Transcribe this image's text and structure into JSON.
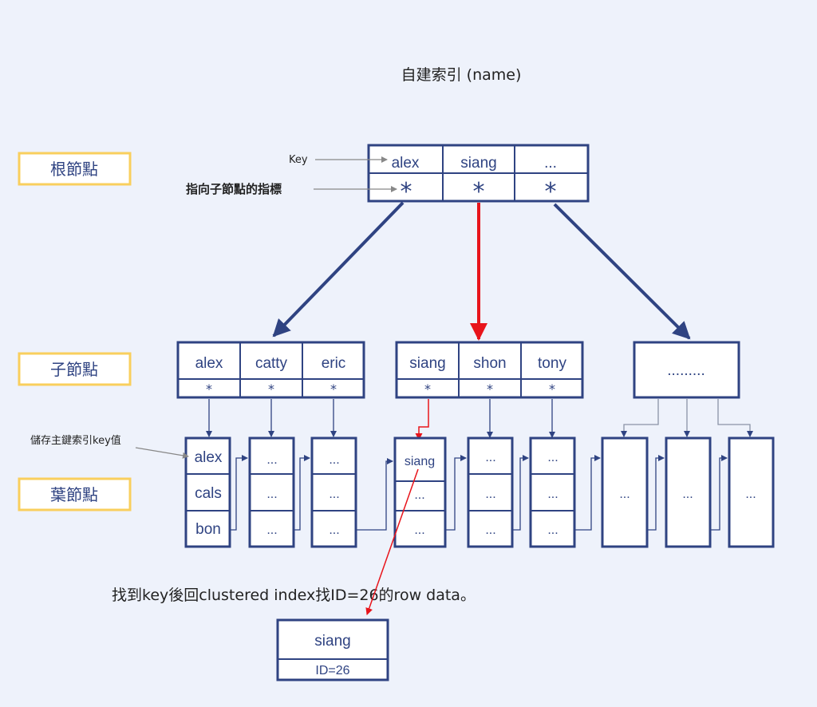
{
  "title": "自建索引 (name)",
  "labels": {
    "root": "根節點",
    "child": "子節點",
    "leaf": "葉節點",
    "key_note": "Key",
    "pointer_note": "指向子節點的指標",
    "stored_note": "儲存主鍵索引key值",
    "lookup_note": "找到key後回clustered index找ID=26的row data。"
  },
  "root_node": {
    "keys": [
      "alex",
      "siang",
      "..."
    ],
    "pointers": [
      "*",
      "*",
      "*"
    ]
  },
  "child_nodes": [
    {
      "keys": [
        "alex",
        "catty",
        "eric"
      ],
      "pointers": [
        "*",
        "*",
        "*"
      ]
    },
    {
      "keys": [
        "siang",
        "shon",
        "tony"
      ],
      "pointers": [
        "*",
        "*",
        "*"
      ]
    },
    {
      "keys": [
        "........."
      ]
    }
  ],
  "leaf_nodes": [
    {
      "rows": [
        "alex",
        "cals",
        "bon"
      ]
    },
    {
      "rows": [
        "...",
        "...",
        "..."
      ]
    },
    {
      "rows": [
        "...",
        "...",
        "..."
      ]
    },
    {
      "rows": [
        "siang",
        "...",
        "..."
      ]
    },
    {
      "rows": [
        "...",
        "...",
        "..."
      ]
    },
    {
      "rows": [
        "...",
        "...",
        "..."
      ]
    },
    {
      "rows": [
        "..."
      ]
    },
    {
      "rows": [
        "..."
      ]
    },
    {
      "rows": [
        "..."
      ]
    }
  ],
  "result_node": {
    "key": "siang",
    "id": "ID=26"
  },
  "colors": {
    "node_border": "#2f4382",
    "text": "#2f4382",
    "level_border": "#f9cf5d",
    "highlight": "#e8141b",
    "connector": "#8a93a6",
    "note_arrow": "#888888",
    "background": "#eef2fb"
  }
}
